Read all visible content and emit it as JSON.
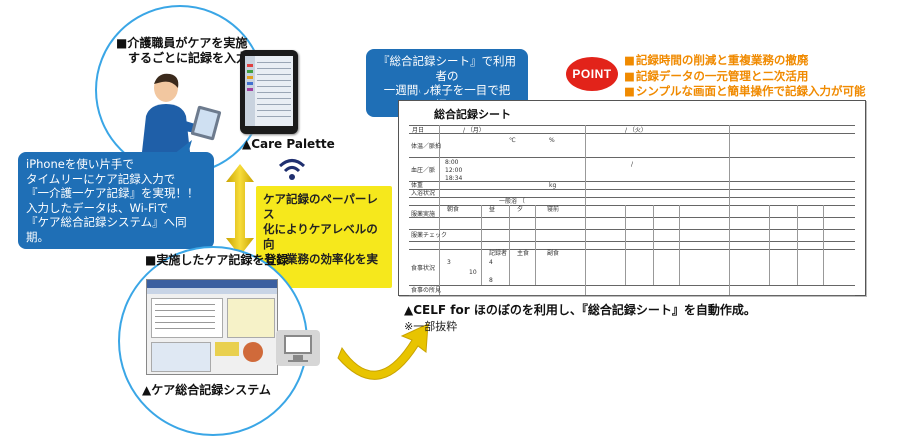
{
  "caregiver_caption": [
    "■介護職員がケアを実施",
    "するごとに記録を入力。"
  ],
  "tablet_label": "▲Care Palette",
  "iphone_callout": [
    "iPhoneを使い片手で",
    "タイムリーにケア記録入力で",
    "『一介護一ケア記録』を実現！！",
    "入力したデータは、Wi-Fiで",
    "『ケア総合記録システム』へ同期。"
  ],
  "yellow_callout": [
    "ケア記録のペーパーレス",
    "化によりケアレベルの向",
    "上と業務の効率化を実現"
  ],
  "register_caption": "■実施したケア記録を登録",
  "system_label": "▲ケア総合記録システム",
  "sheet_callout": [
    "『総合記録シート』で利用者の",
    "一週間の様子を一目で把握！"
  ],
  "point": {
    "badge": "POINT",
    "items": [
      "記録時間の削減と重複業務の撤廃",
      "記録データの一元管理と二次活用",
      "シンプルな画面と簡単操作で記録入力が可能"
    ]
  },
  "sheet": {
    "title": "総合記録シート",
    "row_labels": [
      "月日",
      "体温／脈拍",
      "血圧／脈",
      "体重",
      "入浴状況",
      "服薬実施",
      "服薬チェック",
      "食事状況",
      "食事の所見"
    ],
    "col_labels": [
      "朝食",
      "昼",
      "夕",
      "寝前",
      "記録者",
      "主食",
      "副食"
    ],
    "cells": [
      "/ （月）",
      "℃",
      "%",
      "/ （火）",
      "/",
      "8:00",
      "12:00",
      "18:34",
      "kg",
      "一般浴 （",
      "3",
      "4",
      "10",
      "8"
    ]
  },
  "sheet_caption": "▲CELF for ほのぼのを利用し、『総合記録シート』を自動作成。",
  "sheet_note": "※一部抜粋",
  "colors": {
    "circle_border": "#3aa6e6",
    "callout_blue": "#1f6fb6",
    "callout_yellow": "#f6e81c",
    "point_red": "#e2231a",
    "point_orange": "#f08a00",
    "arrow_gold": "#e8c400"
  }
}
